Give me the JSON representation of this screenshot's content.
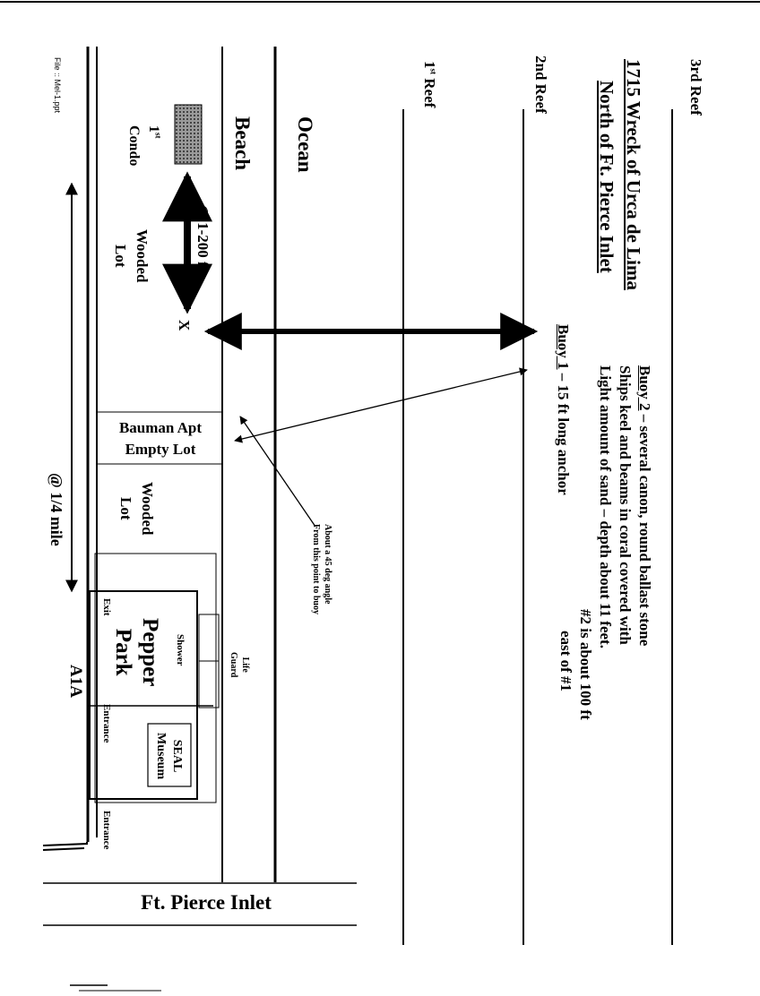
{
  "map": {
    "title_line1": "1715 Wreck of Urca de Lima",
    "title_line2": "North of Ft. Pierce Inlet",
    "reefs": {
      "third": "3rd Reef",
      "second": "2nd Reef",
      "first_num": "1",
      "first_sup": "st",
      "first_word": "Reef"
    },
    "areas": {
      "ocean": "Ocean",
      "beach": "Beach"
    },
    "buoy2": {
      "name": "Buoy 2",
      "line1_rest": " – several canon, round ballast stone",
      "line2": "Ships keel and beams in coral covered with",
      "line3": "Light amount of sand – depth about 11 feet.",
      "line4": "#2 is about 100 ft",
      "line5": "east of #1"
    },
    "buoy1": {
      "name": "Buoy 1",
      "rest": " – 15 ft long anchor"
    },
    "note_45": {
      "line1": "About a 45 deg angle",
      "line2": "From this point to buoy"
    },
    "condo": {
      "num": "1",
      "sup": "st",
      "word": "Condo"
    },
    "wooded_lot": {
      "line1": "Wooded",
      "line2": "Lot"
    },
    "distance_1": "@ 1-200 ft",
    "x_mark": "X",
    "bauman": {
      "line1": "Bauman Apt",
      "line2": "Empty Lot"
    },
    "wooded_lot_2": {
      "line1": "Wooded",
      "line2": "Lot"
    },
    "distance_2": "@ 1/4 mile",
    "lifeguard": {
      "line1": "Life",
      "line2": "Guard"
    },
    "shower": "Shower",
    "pepper_park": {
      "line1": "Pepper",
      "line2": "Park"
    },
    "exit": "Exit",
    "seal_museum": {
      "line1": "SEAL",
      "line2": "Museum"
    },
    "entrance_1": "Entrance",
    "entrance_2": "Entrance",
    "road": "A1A",
    "inlet": "Ft. Pierce Inlet",
    "file_label": "File :: Mel-1.ppt"
  },
  "colors": {
    "ink": "#000000",
    "condo_fill": "#8a8a8a"
  }
}
